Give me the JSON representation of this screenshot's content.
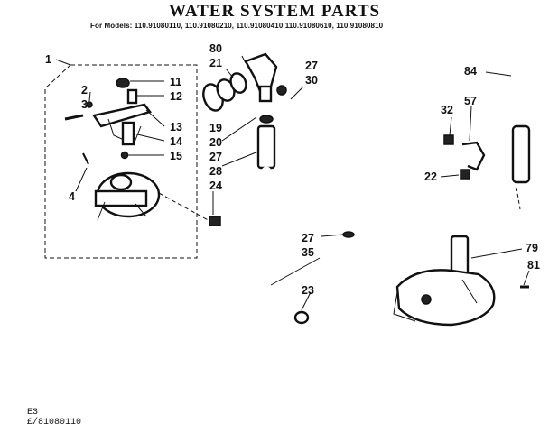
{
  "header": {
    "title": "WATER SYSTEM PARTS",
    "models": "For Models: 110.91080110, 110.91080210, 110.91080410,110.91080610, 110.91080810"
  },
  "footer": {
    "ref_line1": "E3",
    "ref_line2": "£/81080110"
  },
  "callouts": {
    "c1": "1",
    "c2": "2",
    "c3": "3",
    "c4": "4",
    "c11": "11",
    "c12": "12",
    "c13": "13",
    "c14": "14",
    "c15": "15",
    "c80": "80",
    "c21": "21",
    "c19": "19",
    "c20": "20",
    "c27a": "27",
    "c28": "28",
    "c24": "24",
    "c27b": "27",
    "c30": "30",
    "c84": "84",
    "c32": "32",
    "c57": "57",
    "c22": "22",
    "c79": "79",
    "c81": "81",
    "c27c": "27",
    "c35": "35",
    "c23": "23"
  }
}
